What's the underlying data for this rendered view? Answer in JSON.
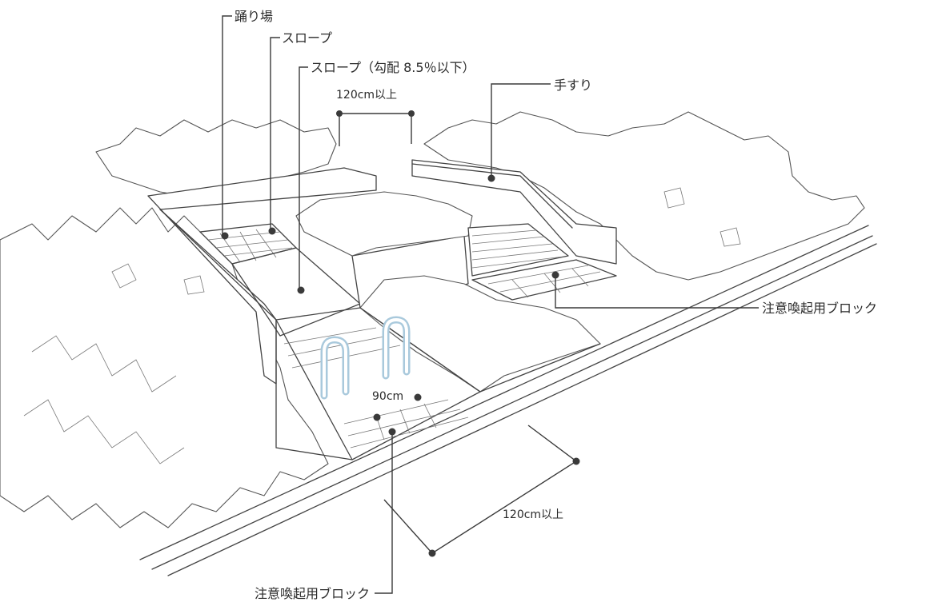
{
  "labels": {
    "landing": "踊り場",
    "slope": "スロープ",
    "slope_gradient": "スロープ（勾配 8.5％以下）",
    "width_top": "120cm以上",
    "handrail": "手すり",
    "tactile_block_right": "注意喚起用ブロック",
    "bollard_gap": "90cm",
    "width_bottom": "120cm以上",
    "tactile_block_bottom": "注意喚起用ブロック"
  },
  "colors": {
    "ink": "#444444",
    "bollard": "#a9c9dc",
    "background": "#ffffff"
  }
}
